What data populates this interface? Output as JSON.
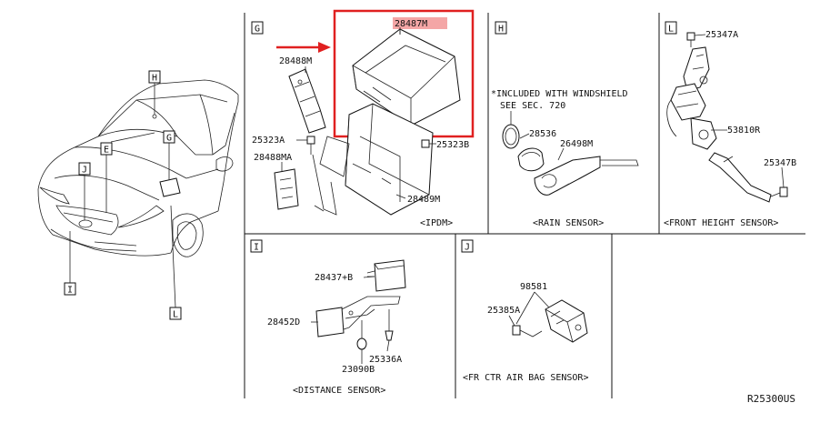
{
  "footer_code": "R25300US",
  "vehicle": {
    "callouts": [
      "H",
      "E",
      "G",
      "J",
      "I",
      "L"
    ]
  },
  "panels": {
    "G": {
      "letter": "G",
      "caption": "<IPDM>",
      "parts": [
        "28487M",
        "28488M",
        "25323A",
        "28488MA",
        "25323B",
        "28489M"
      ]
    },
    "H": {
      "letter": "H",
      "caption": "<RAIN SENSOR>",
      "note_line1": "*INCLUDED WITH WINDSHIELD",
      "note_line2": "SEE SEC. 720",
      "parts": [
        "28536",
        "26498M"
      ]
    },
    "L": {
      "letter": "L",
      "caption": "<FRONT HEIGHT SENSOR>",
      "parts": [
        "25347A",
        "53810R",
        "25347B"
      ]
    },
    "I": {
      "letter": "I",
      "caption": "<DISTANCE SENSOR>",
      "parts": [
        "28437+B",
        "28452D",
        "25336A",
        "23090B"
      ]
    },
    "J": {
      "letter": "J",
      "caption": "<FR CTR AIR BAG SENSOR>",
      "parts": [
        "98581",
        "25385A"
      ]
    }
  },
  "highlight_color": "#e02020",
  "label_highlight_color": "#f4a6a6"
}
